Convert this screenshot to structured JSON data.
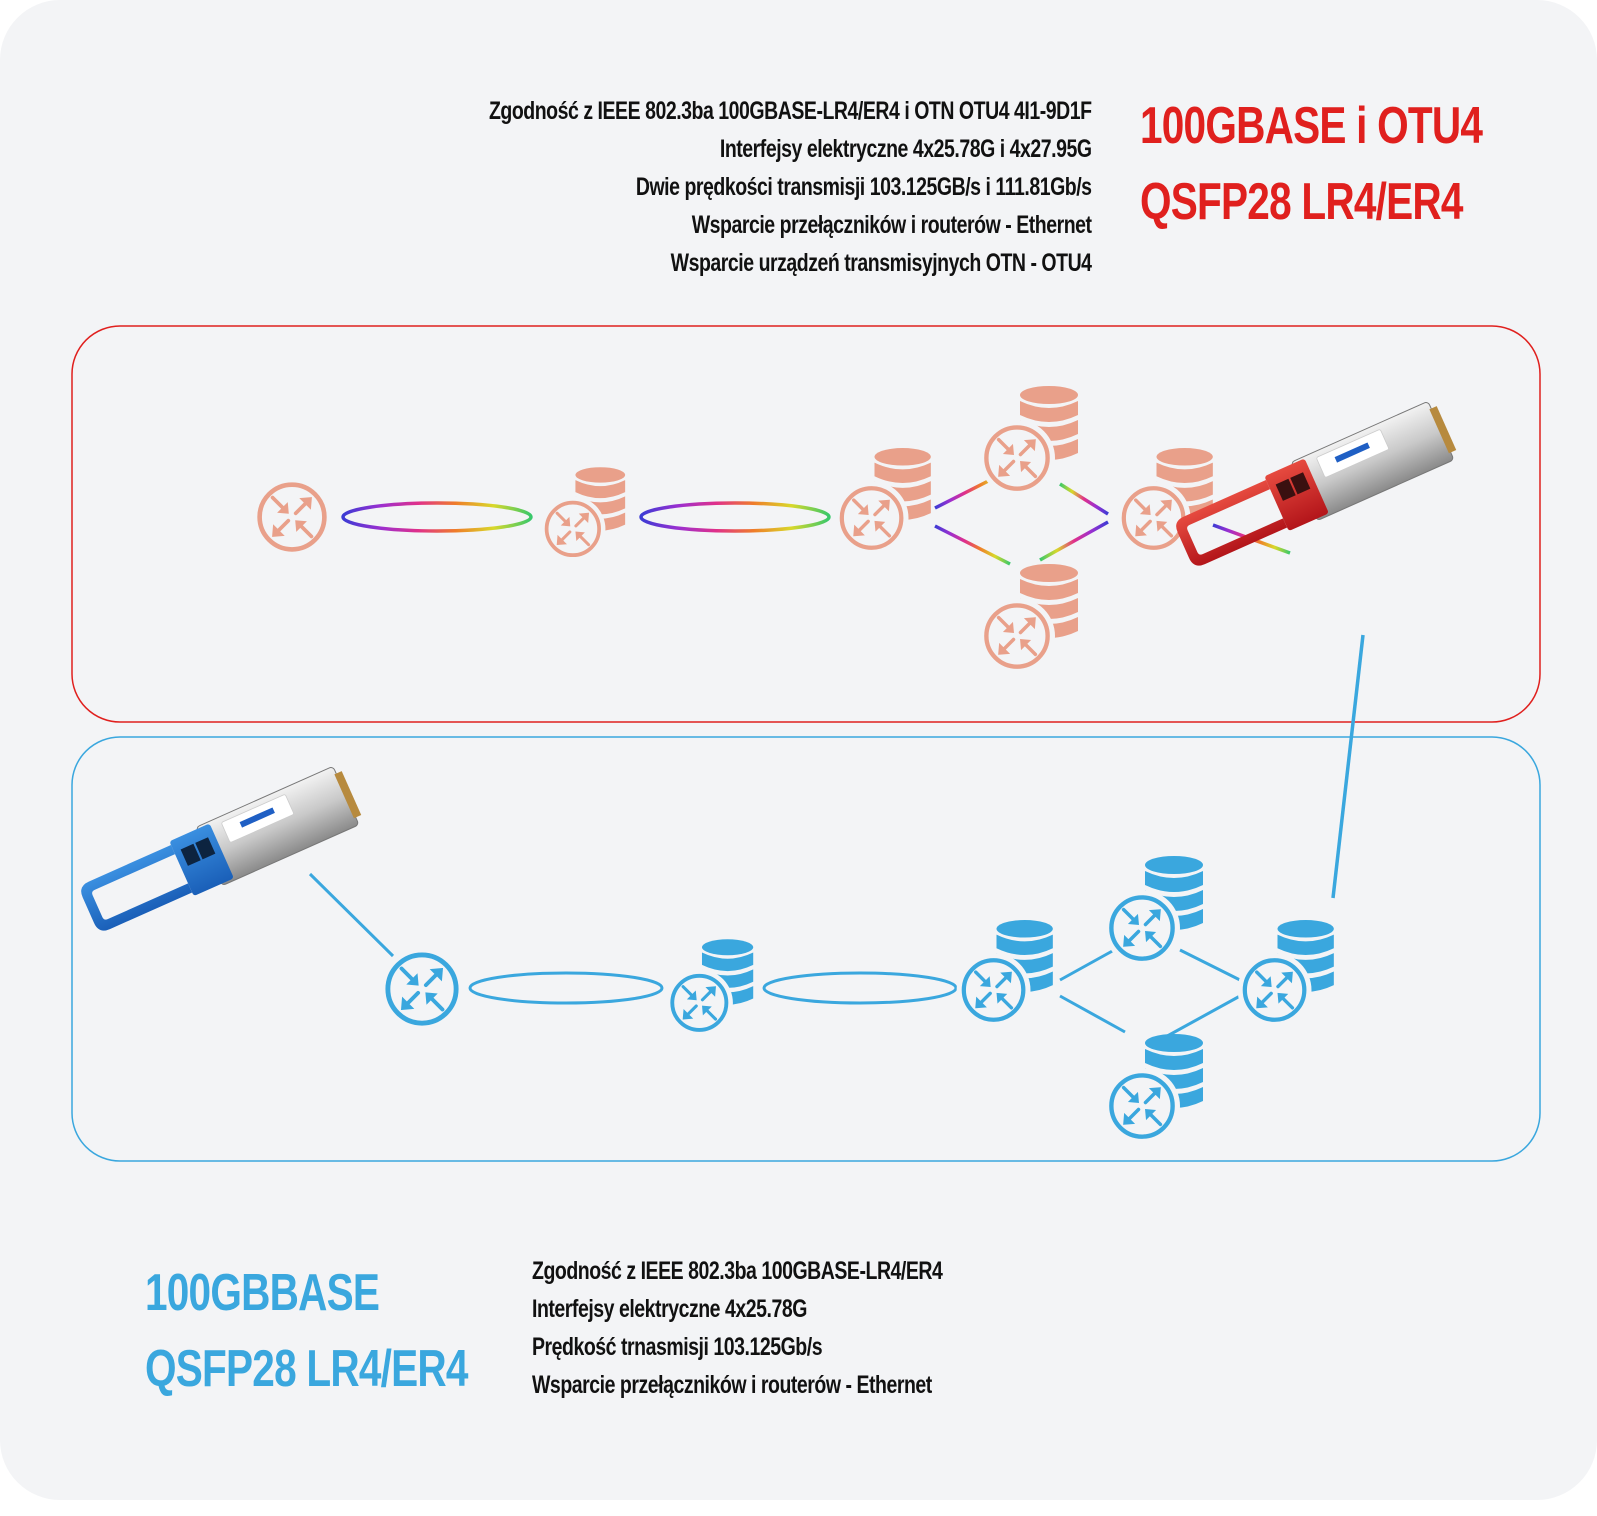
{
  "top_section": {
    "title_line1": "100GBASE i OTU4",
    "title_line2": "QSFP28 LR4/ER4",
    "specs": [
      "Zgodność z IEEE 802.3ba 100GBASE-LR4/ER4 i OTN OTU4 4I1-9D1F",
      "Interfejsy elektryczne 4x25.78G i 4x27.95G",
      "Dwie prędkości transmisji 103.125GB/s i 111.81Gb/s",
      "Wsparcie przełączników i routerów - Ethernet",
      "Wsparcie urządzeń transmisyjnych OTN - OTU4"
    ]
  },
  "bottom_section": {
    "title_line1": "100GBBASE",
    "title_line2": "QSFP28 LR4/ER4",
    "specs": [
      "Zgodność z IEEE 802.3ba 100GBASE-LR4/ER4",
      "Interfejsy elektryczne 4x25.78G",
      "Prędkość trnasmisji 103.125Gb/s",
      "Wsparcie przełączników i routerów - Ethernet"
    ]
  },
  "colors": {
    "red": "#e0201e",
    "blue": "#3aa7de",
    "salmon": "#e9a08a",
    "background": "#f3f4f6",
    "text": "#111111"
  },
  "icons": {
    "router": "router-icon",
    "database": "database-stack-icon",
    "transceiver": "qsfp28-transceiver-icon"
  }
}
